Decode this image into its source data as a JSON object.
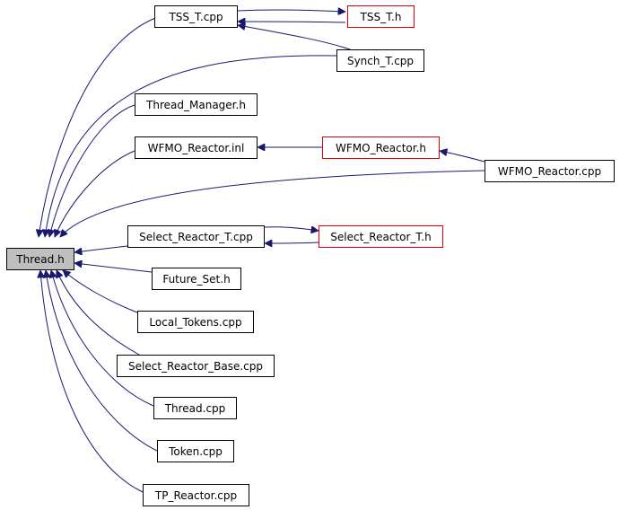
{
  "diagram": {
    "colors": {
      "edge": "#191970",
      "border": "#000000",
      "undocumented_border": "#e00000",
      "focus_fill": "#bfbfbf",
      "background": "#ffffff"
    },
    "nodes": {
      "thread_h": "Thread.h",
      "tss_t_cpp": "TSS_T.cpp",
      "tss_t_h": "TSS_T.h",
      "synch_t_cpp": "Synch_T.cpp",
      "thread_manager_h": "Thread_Manager.h",
      "wfmo_reactor_inl": "WFMO_Reactor.inl",
      "wfmo_reactor_h": "WFMO_Reactor.h",
      "wfmo_reactor_cpp": "WFMO_Reactor.cpp",
      "select_reactor_t_cpp": "Select_Reactor_T.cpp",
      "select_reactor_t_h": "Select_Reactor_T.h",
      "future_set_h": "Future_Set.h",
      "local_tokens_cpp": "Local_Tokens.cpp",
      "select_reactor_base_cpp": "Select_Reactor_Base.cpp",
      "thread_cpp": "Thread.cpp",
      "token_cpp": "Token.cpp",
      "tp_reactor_cpp": "TP_Reactor.cpp"
    },
    "edges": [
      {
        "from": "tss_t_cpp",
        "to": "thread_h"
      },
      {
        "from": "synch_t_cpp",
        "to": "thread_h"
      },
      {
        "from": "thread_manager_h",
        "to": "thread_h"
      },
      {
        "from": "wfmo_reactor_inl",
        "to": "thread_h"
      },
      {
        "from": "wfmo_reactor_cpp",
        "to": "thread_h"
      },
      {
        "from": "select_reactor_t_cpp",
        "to": "thread_h"
      },
      {
        "from": "future_set_h",
        "to": "thread_h"
      },
      {
        "from": "local_tokens_cpp",
        "to": "thread_h"
      },
      {
        "from": "select_reactor_base_cpp",
        "to": "thread_h"
      },
      {
        "from": "thread_cpp",
        "to": "thread_h"
      },
      {
        "from": "token_cpp",
        "to": "thread_h"
      },
      {
        "from": "tp_reactor_cpp",
        "to": "thread_h"
      },
      {
        "from": "tss_t_cpp",
        "to": "tss_t_h"
      },
      {
        "from": "tss_t_h",
        "to": "tss_t_cpp"
      },
      {
        "from": "synch_t_cpp",
        "to": "tss_t_cpp"
      },
      {
        "from": "wfmo_reactor_h",
        "to": "wfmo_reactor_inl"
      },
      {
        "from": "wfmo_reactor_cpp",
        "to": "wfmo_reactor_h"
      },
      {
        "from": "select_reactor_t_cpp",
        "to": "select_reactor_t_h"
      },
      {
        "from": "select_reactor_t_h",
        "to": "select_reactor_t_cpp"
      }
    ]
  }
}
